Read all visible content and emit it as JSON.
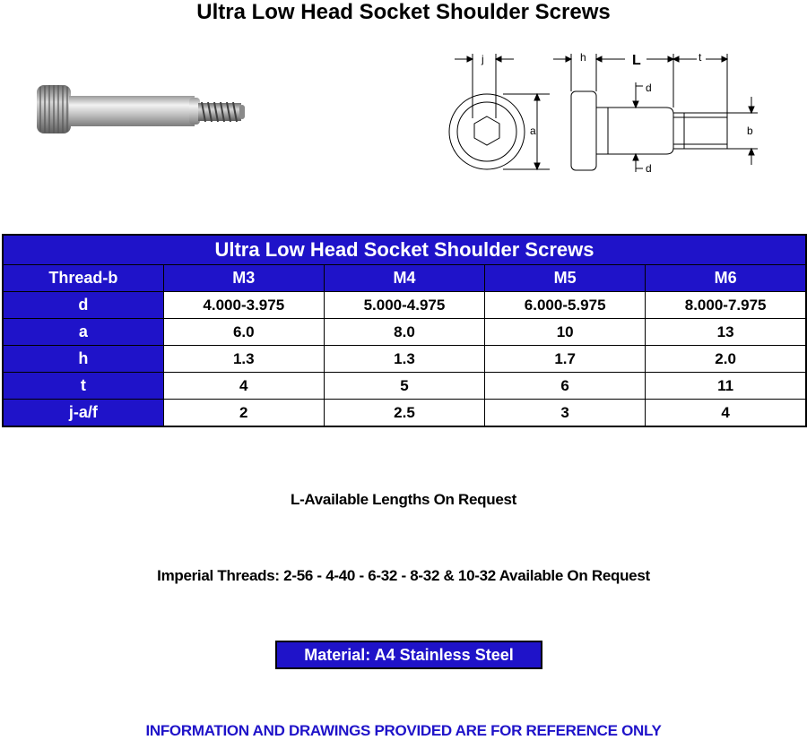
{
  "title": "Ultra Low Head Socket Shoulder Screws",
  "drawing": {
    "labels": {
      "j": "j",
      "h": "h",
      "L": "L",
      "t": "t",
      "d_top": "d",
      "d_bottom": "d",
      "a": "a",
      "b": "b"
    }
  },
  "table": {
    "header": "Ultra Low Head Socket Shoulder Screws",
    "thread_label": "Thread-b",
    "columns": [
      "M3",
      "M4",
      "M5",
      "M6"
    ],
    "rows": [
      {
        "label": "d",
        "values": [
          "4.000-3.975",
          "5.000-4.975",
          "6.000-5.975",
          "8.000-7.975"
        ]
      },
      {
        "label": "a",
        "values": [
          "6.0",
          "8.0",
          "10",
          "13"
        ]
      },
      {
        "label": "h",
        "values": [
          "1.3",
          "1.3",
          "1.7",
          "2.0"
        ]
      },
      {
        "label": "t",
        "values": [
          "4",
          "5",
          "6",
          "11"
        ]
      },
      {
        "label": "j-a/f",
        "values": [
          "2",
          "2.5",
          "3",
          "4"
        ]
      }
    ]
  },
  "notes": {
    "lengths": "L-Available Lengths On Request",
    "imperial": "Imperial Threads: 2-56 - 4-40 - 6-32 - 8-32 & 10-32 Available On Request"
  },
  "material": "Material: A4 Stainless Steel",
  "disclaimer": "INFORMATION AND DRAWINGS PROVIDED ARE FOR REFERENCE ONLY",
  "colors": {
    "accent": "#1f13c9"
  }
}
